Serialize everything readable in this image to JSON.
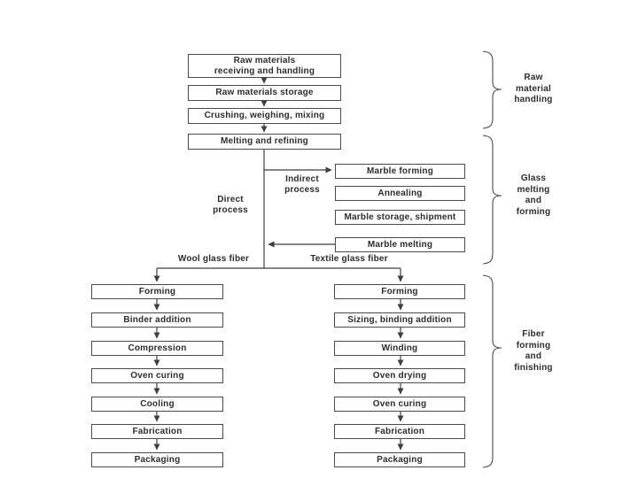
{
  "canvas": {
    "background": "#ffffff",
    "line_color": "#3f3f3f",
    "text_color": "#2d2d2d"
  },
  "flow": {
    "top_chain": [
      "Raw materials\nreceiving and handling",
      "Raw materials storage",
      "Crushing, weighing, mixing",
      "Melting and refining"
    ],
    "indirect_chain": [
      "Marble forming",
      "Annealing",
      "Marble storage, shipment",
      "Marble melting"
    ],
    "wool_chain": [
      "Forming",
      "Binder addition",
      "Compression",
      "Oven curing",
      "Cooling",
      "Fabrication",
      "Packaging"
    ],
    "textile_chain": [
      "Forming",
      "Sizing, binding addition",
      "Winding",
      "Oven drying",
      "Oven curing",
      "Fabrication",
      "Packaging"
    ],
    "path_labels": {
      "direct": "Direct\nprocess",
      "indirect": "Indirect\nprocess",
      "wool": "Wool glass fiber",
      "textile": "Textile glass fiber"
    },
    "group_labels": {
      "raw_material_handling": "Raw\nmaterial\nhandling",
      "glass_melting_and_forming": "Glass\nmelting\nand\nforming",
      "fiber_forming_and_finishing": "Fiber\nforming\nand\nfinishing"
    }
  }
}
